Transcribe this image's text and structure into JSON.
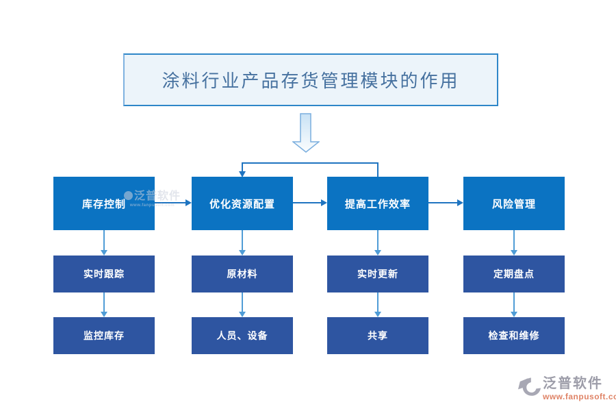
{
  "title": {
    "text": "涂料行业产品存货管理模块的作用"
  },
  "flowchart": {
    "columns": [
      {
        "level1": "库存控制",
        "level2": "实时跟踪",
        "level3": "监控库存"
      },
      {
        "level1": "优化资源配置",
        "level2": "原材料",
        "level3": "人员、设备"
      },
      {
        "level1": "提高工作效率",
        "level2": "实时更新",
        "level3": "共享"
      },
      {
        "level1": "风险管理",
        "level2": "定期盘点",
        "level3": "检查和维修"
      }
    ]
  },
  "branding": {
    "name": "泛普软件",
    "url": "www.fanpusoft.com"
  },
  "colors": {
    "level1_box": "#0b73c2",
    "level2_box": "#2e55a1",
    "connector_blue": "#1f74c0",
    "flow_arrow_blue": "#4f9cd6",
    "title_text": "#46719f",
    "title_bg": "#ecf4fa",
    "title_border": "#2e86c8",
    "brand_gray": "#9d9da9",
    "brand_url_orange": "#df8366"
  }
}
